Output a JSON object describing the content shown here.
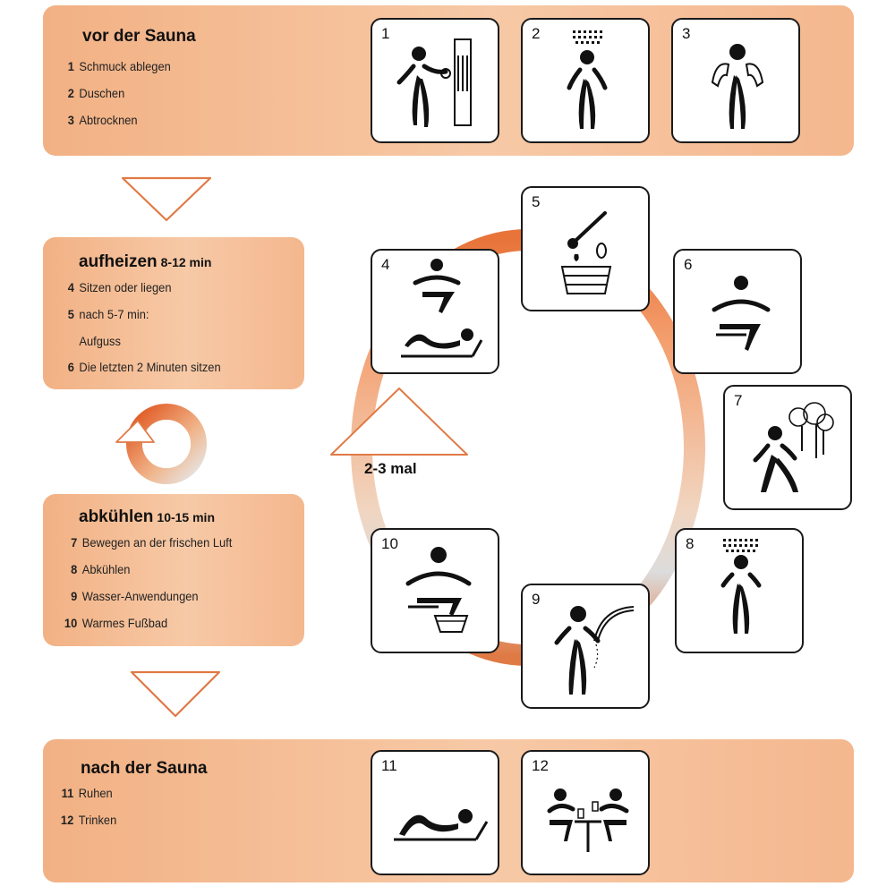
{
  "sections": {
    "vor": {
      "title": "vor der Sauna",
      "steps": [
        {
          "num": "1",
          "text": "Schmuck ablegen"
        },
        {
          "num": "2",
          "text": "Duschen"
        },
        {
          "num": "3",
          "text": "Abtrocknen"
        }
      ]
    },
    "aufheizen": {
      "title": "aufheizen",
      "duration": "8-12 min",
      "steps": [
        {
          "num": "4",
          "text": "Sitzen oder liegen"
        },
        {
          "num": "5",
          "text": "nach 5-7 min:"
        },
        {
          "num": "",
          "text": "Aufguss"
        },
        {
          "num": "6",
          "text": "Die letzten 2 Minuten sitzen"
        }
      ]
    },
    "abkuehlen": {
      "title": "abkühlen",
      "duration": "10-15 min",
      "steps": [
        {
          "num": "7",
          "text": "Bewegen an der frischen Luft"
        },
        {
          "num": "8",
          "text": "Abkühlen"
        },
        {
          "num": "9",
          "text": "Wasser-Anwendungen"
        },
        {
          "num": "10",
          "text": "Warmes Fußbad"
        }
      ]
    },
    "nach": {
      "title": "nach der Sauna",
      "steps": [
        {
          "num": "11",
          "text": "Ruhen"
        },
        {
          "num": "12",
          "text": "Trinken"
        }
      ]
    }
  },
  "tiles": [
    "1",
    "2",
    "3",
    "4",
    "5",
    "6",
    "7",
    "8",
    "9",
    "10",
    "11",
    "12"
  ],
  "loop_label": "2-3 mal",
  "colors": {
    "panel": "#f2b184",
    "ring": "#e8743a",
    "arrow_stroke": "#e07a45",
    "tile_border": "#1a1a1a"
  }
}
